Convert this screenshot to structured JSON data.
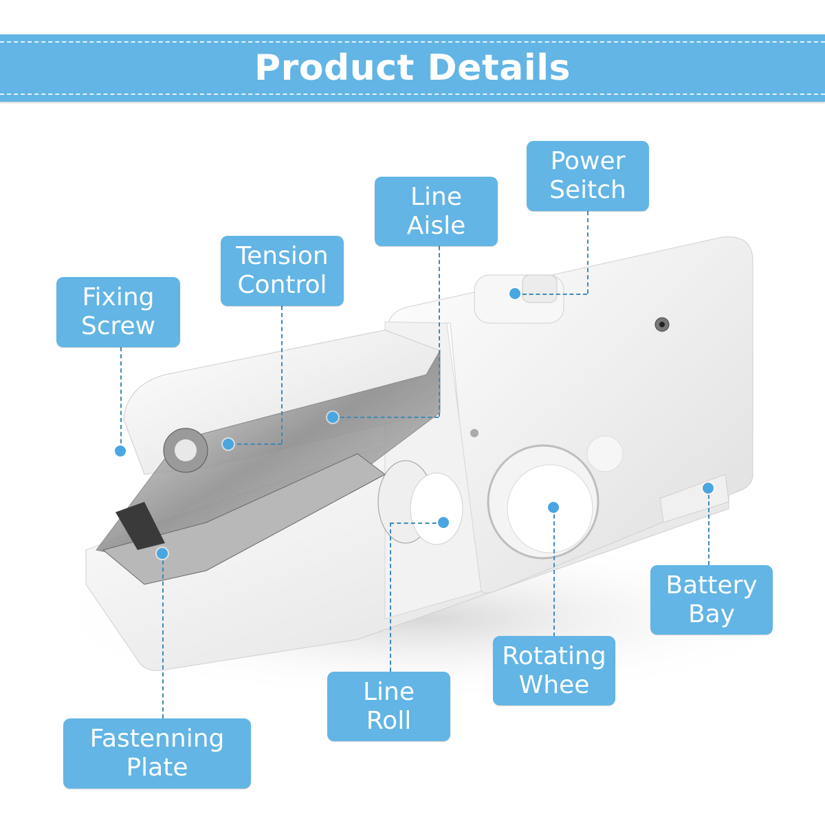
{
  "banner": {
    "title": "Product Details",
    "color": "#62b5e5"
  },
  "product": "Handheld sewing machine",
  "labels": [
    {
      "id": "fixing-screw",
      "line1": "Fixing",
      "line2": "Screw"
    },
    {
      "id": "tension-control",
      "line1": "Tension",
      "line2": "Control"
    },
    {
      "id": "line-aisle",
      "line1": "Line",
      "line2": "Aisle"
    },
    {
      "id": "power-switch",
      "line1": "Power",
      "line2": "Seitch"
    },
    {
      "id": "battery-bay",
      "line1": "Battery",
      "line2": "Bay"
    },
    {
      "id": "rotating-wheel",
      "line1": "Rotating",
      "line2": "Whee"
    },
    {
      "id": "line-roll",
      "line1": "Line",
      "line2": "Roll"
    },
    {
      "id": "fastening-plate",
      "line1": "Fastenning",
      "line2": "Plate"
    }
  ],
  "colors": {
    "label_bg": "#62b5e5",
    "label_text": "#ffffff",
    "leader": "#3d89b8",
    "dot": "#4aa6e0"
  }
}
